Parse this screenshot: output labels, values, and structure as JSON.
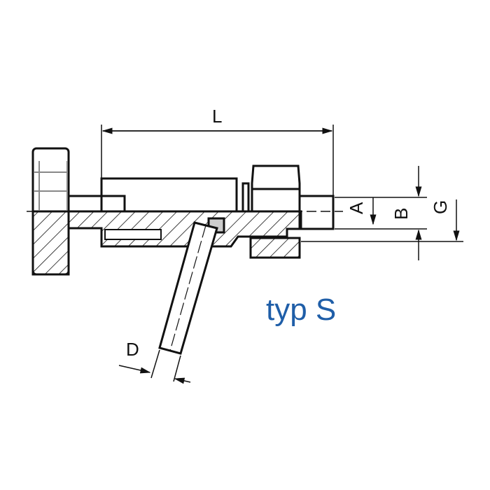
{
  "drawing": {
    "title": "typ S",
    "title_color": "#1f5ea8",
    "dimension_labels": {
      "length": "L",
      "a": "A",
      "b": "B",
      "g": "G",
      "d": "D"
    }
  }
}
